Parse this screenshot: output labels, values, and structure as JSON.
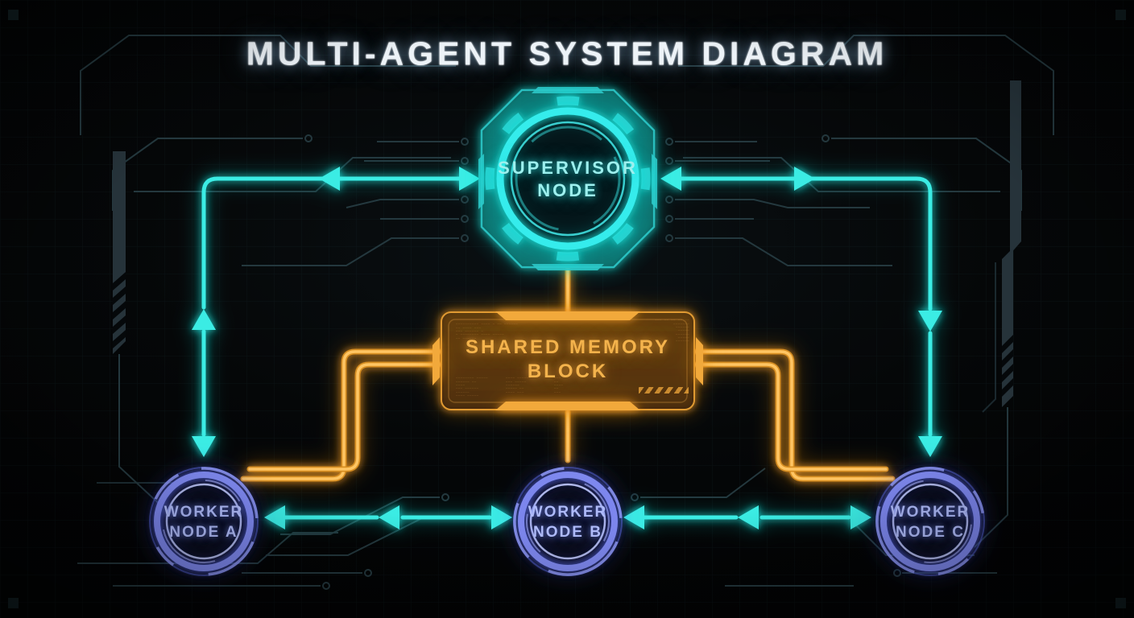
{
  "title": "MULTI-AGENT SYSTEM DIAGRAM",
  "colors": {
    "background": "#050708",
    "cyan_links": "#38ebe3",
    "orange_links": "#f2a93b",
    "supervisor_ring": "#35ecec",
    "worker_ring": "#7e88ee",
    "worker_text": "#b0bcfa",
    "memory_text": "#f4b34c",
    "title_text": "#edf3f8",
    "circuit_traces": "#24383e"
  },
  "nodes": {
    "supervisor": {
      "line1": "SUPERVISOR",
      "line2": "NODE"
    },
    "shared_memory": {
      "line1": "SHARED MEMORY",
      "line2": "BLOCK"
    },
    "worker_a": {
      "line1": "WORKER",
      "line2": "NODE A"
    },
    "worker_b": {
      "line1": "WORKER",
      "line2": "NODE B"
    },
    "worker_c": {
      "line1": "WORKER",
      "line2": "NODE C"
    }
  },
  "edges": [
    {
      "from": "supervisor-node",
      "to": "worker-node-a",
      "style": "cyan-arrow",
      "direction": "bidirectional"
    },
    {
      "from": "supervisor-node",
      "to": "worker-node-c",
      "style": "cyan-arrow",
      "direction": "bidirectional"
    },
    {
      "from": "worker-node-a",
      "to": "worker-node-b",
      "style": "cyan-arrow",
      "direction": "bidirectional"
    },
    {
      "from": "worker-node-b",
      "to": "worker-node-c",
      "style": "cyan-arrow",
      "direction": "bidirectional"
    },
    {
      "from": "supervisor-node",
      "to": "shared-memory-block",
      "style": "orange-bus",
      "lines": 1
    },
    {
      "from": "shared-memory-block",
      "to": "worker-node-a",
      "style": "orange-bus",
      "lines": 2
    },
    {
      "from": "shared-memory-block",
      "to": "worker-node-b",
      "style": "orange-bus",
      "lines": 1
    },
    {
      "from": "shared-memory-block",
      "to": "worker-node-c",
      "style": "orange-bus",
      "lines": 2
    }
  ],
  "microtext": {
    "top_left": [
      "__________ ____ _ __ ______",
      "__ ____ ___",
      "___ ______ _",
      "_ ________ ____ _____",
      "__ ______"
    ],
    "top_right": [
      "___ __ __ __ __",
      "_______",
      "______",
      "_____",
      "______",
      "_____",
      "______"
    ],
    "bottom_left_col1": [
      "________ _____",
      "______ __",
      "____",
      "___ ______",
      "______",
      "____ _____"
    ],
    "bottom_left_col2": [
      "____ ______",
      "___ _____",
      "______",
      "_____ __",
      "____ ___"
    ],
    "bottom_left_col3": [
      "___",
      "__",
      "____",
      "__",
      "___"
    ]
  }
}
